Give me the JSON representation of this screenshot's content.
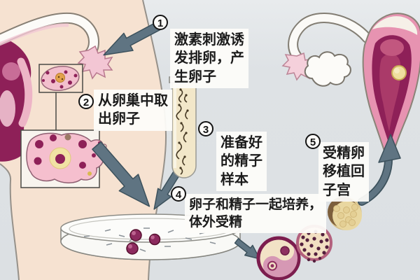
{
  "steps": [
    {
      "num": "1",
      "text": "激素刺激诱发排卵，产生卵子",
      "lines": [
        "激素刺激诱",
        "发排卵，产",
        "生卵子"
      ]
    },
    {
      "num": "2",
      "text": "从卵巢中取出卵子",
      "lines": [
        "从卵巢中取",
        "出卵子"
      ]
    },
    {
      "num": "3",
      "text": "准备好的精子样本",
      "lines": [
        "准备好",
        "的精子",
        "样本"
      ]
    },
    {
      "num": "4",
      "text": "卵子和精子一起培养，体外受精",
      "lines": [
        "卵子和精子一起培养，",
        "体外受精"
      ]
    },
    {
      "num": "5",
      "text": "受精卵移植回子宫",
      "lines": [
        "受精卵",
        "移植回",
        "子宫"
      ]
    }
  ],
  "illustrations": {
    "left_anatomy": "uterus-fallopian-tube-ovary-illustration",
    "ovary_detail": "enlarged-ovary-follicles-illustration",
    "test_tube": "sperm-sample-test-tube-illustration",
    "petri_dish": "petri-dish-eggs-sperm-illustration",
    "two_cell": "two-cell-embryo-illustration",
    "morula": "morula-embryo-illustration",
    "blastocyst": "blastocyst-embryo-illustration",
    "right_anatomy": "uterus-embryo-implantation-illustration",
    "arrows": "process-flow-arrow-icons"
  },
  "colors": {
    "background": "#dfe3e6",
    "skin": "#f6e2d1",
    "maroon": "#8e2058",
    "pink": "#e793b1",
    "arrow": "#5f7482",
    "text": "#1b1b1b",
    "box_background": "#fdfcf9",
    "tube_liquid": "#f2e7c9",
    "follicle_yellow": "#f1e2a4",
    "embryo_yellow": "#e9d7a0"
  }
}
